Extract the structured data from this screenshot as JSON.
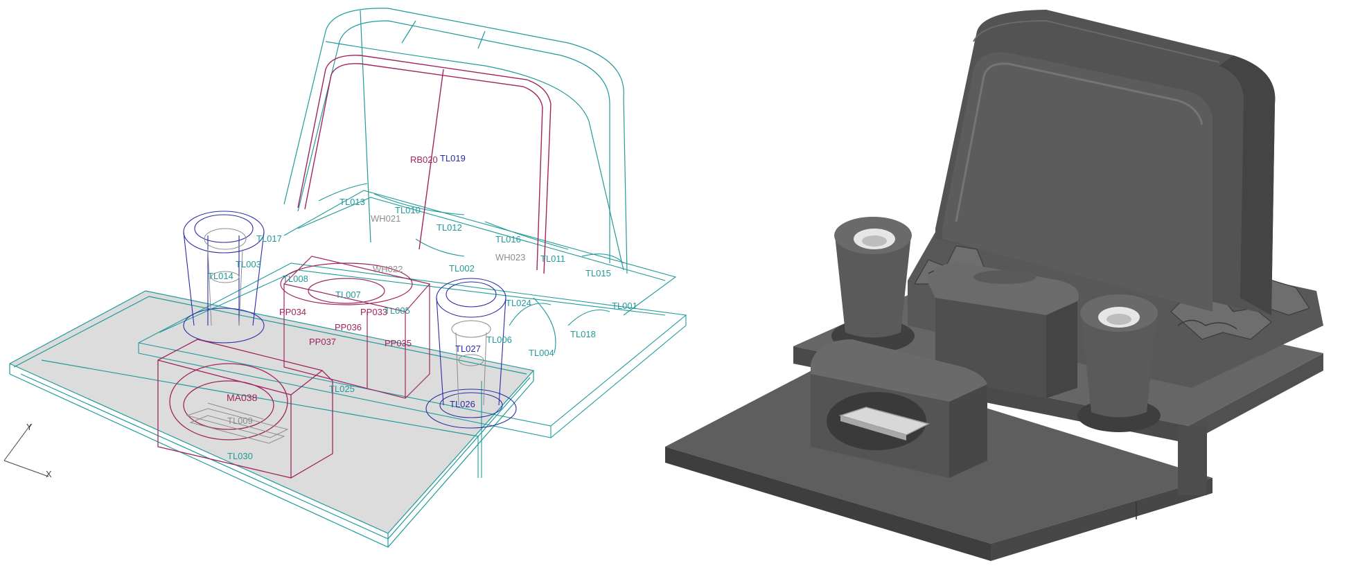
{
  "colors": {
    "background": "#ffffff",
    "wire_frame": "#1f9a9a",
    "wire_magenta": "#a0235f",
    "wire_blue": "#2a2aa8",
    "wire_gray": "#8c8c8c",
    "floor_fill": "#dcdcdc",
    "solid_dark": "#4a4a4a",
    "solid_mid": "#5e5e5e",
    "solid_light": "#757575"
  },
  "axis": {
    "x_label": "X",
    "y_label": "Y"
  },
  "wireframe_labels": {
    "rb020": "RB020",
    "tl019": "TL019",
    "wh021": "WH021",
    "tl013": "TL013",
    "tl010": "TL010",
    "tl012": "TL012",
    "tl002": "TL002",
    "wh023": "WH023",
    "tl016": "TL016",
    "tl011": "TL011",
    "tl015": "TL015",
    "tl003": "TL003",
    "tl017": "TL017",
    "tl014": "TL014",
    "tl001": "TL001",
    "tl018": "TL018",
    "tl004": "TL004",
    "wh022": "WH022",
    "tl007": "TL007",
    "tl008": "TL008",
    "tl024": "TL024",
    "pp034": "PP034",
    "pp033": "PP033",
    "tl005": "TL005",
    "pp036": "PP036",
    "tl006": "TL006",
    "pp037": "PP037",
    "pp035": "PP035",
    "tl025": "TL025",
    "tl026": "TL026",
    "ma038": "MA038",
    "tl009": "TL009",
    "tl030": "TL030",
    "tl027": "TL027"
  }
}
